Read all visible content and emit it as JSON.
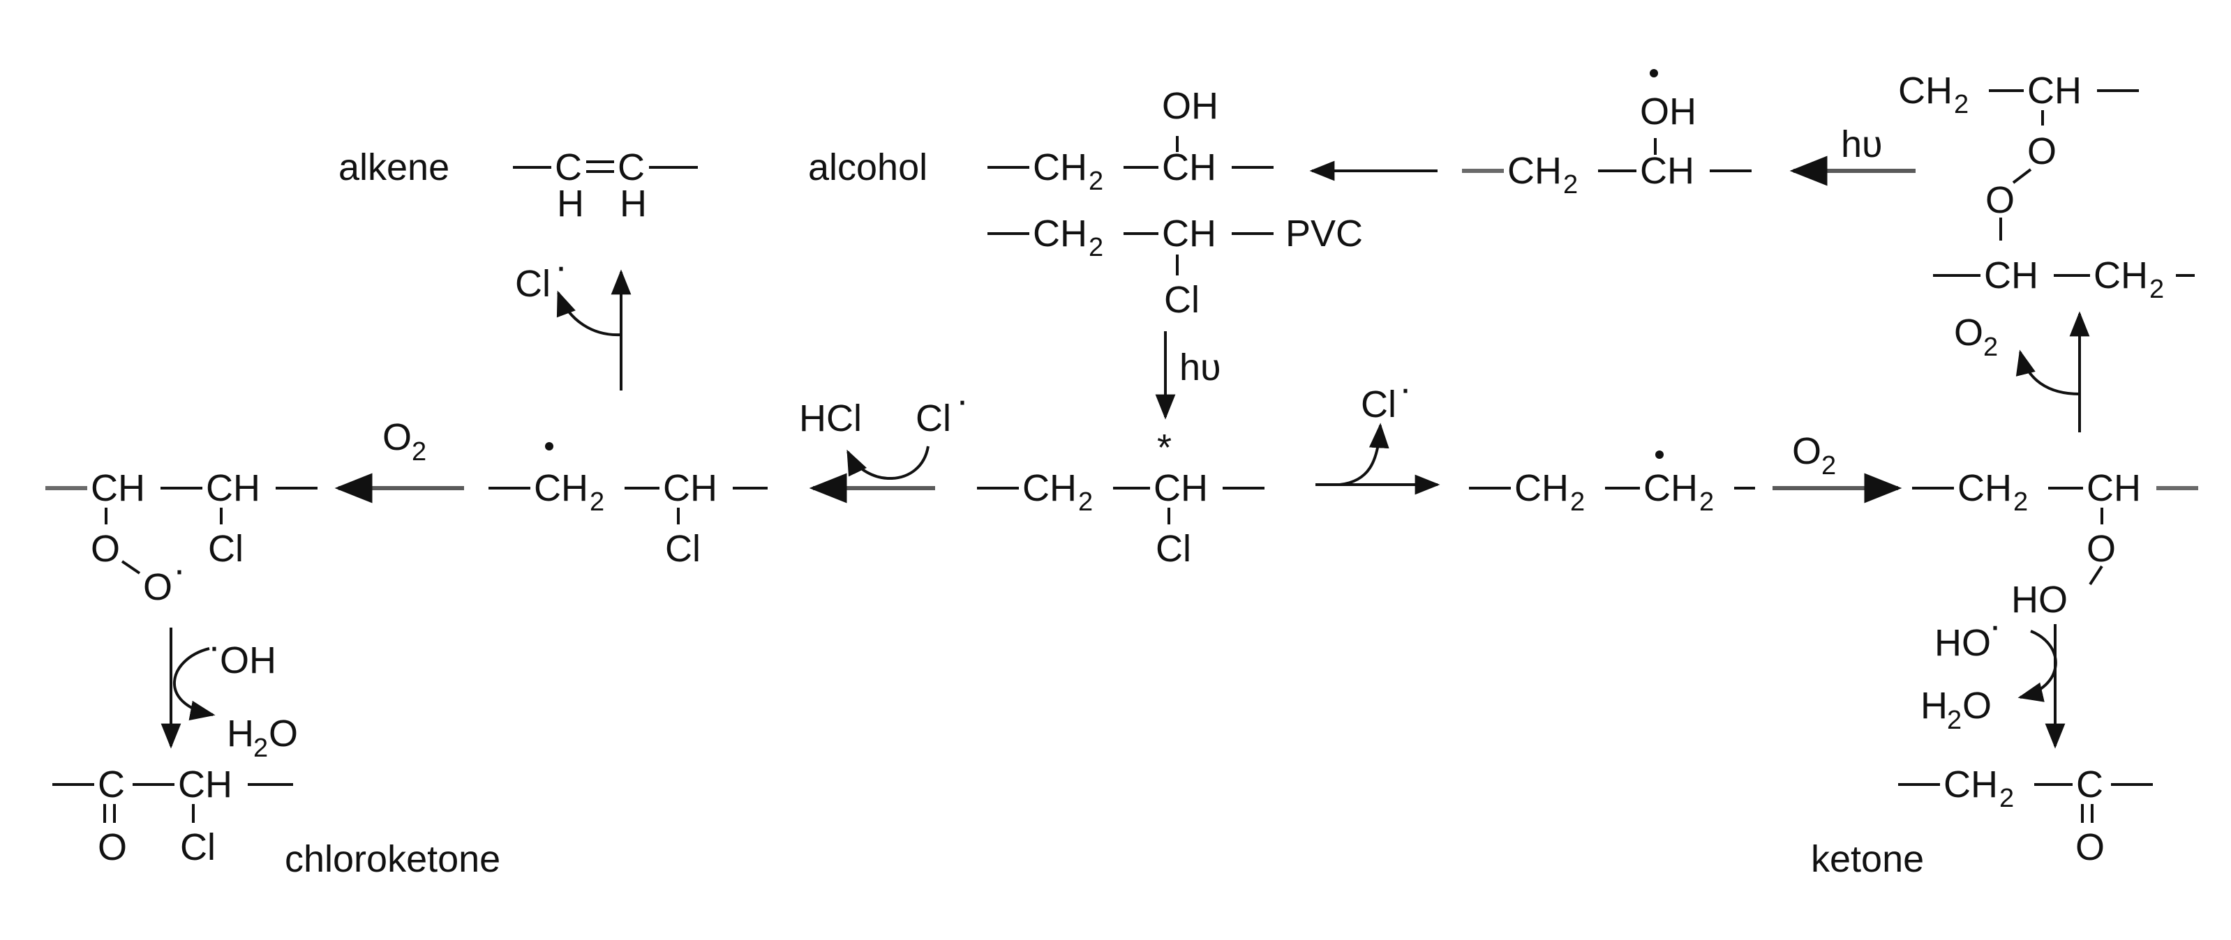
{
  "labels": {
    "alkene": "alkene",
    "alcohol": "alcohol",
    "chloroketone": "chloroketone",
    "ketone": "ketone",
    "pvc": "PVC"
  },
  "atoms": {
    "C": "C",
    "H": "H",
    "CH": "CH",
    "CH2": "CH",
    "two": "2",
    "O": "O",
    "O2": "O",
    "OH": "OH",
    "Cl": "Cl",
    "HCl": "HCl",
    "HO": "HO",
    "H2O_H": "H",
    "H2O_O": "O",
    "OH_rad": "OH",
    "star": "*",
    "rad_mark": "·"
  },
  "reagents": {
    "hv": "hυ",
    "cl_radical": "Cl"
  }
}
